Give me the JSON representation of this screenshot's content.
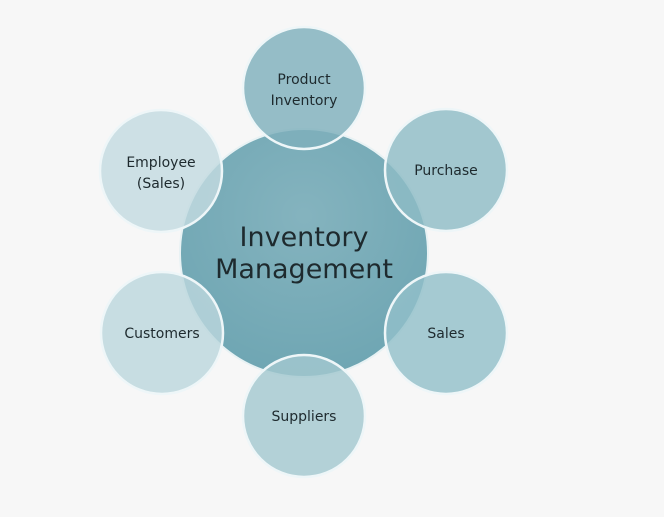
{
  "center": {
    "line1": "Inventory",
    "line2": "Management",
    "color": "#6fa6b3"
  },
  "nodes": [
    {
      "id": "product-inventory",
      "line1": "Product",
      "line2": "Inventory",
      "color": "#7fb0bc"
    },
    {
      "id": "purchase",
      "line1": "Purchase",
      "line2": "",
      "color": "#8fbcc6"
    },
    {
      "id": "sales",
      "line1": "Sales",
      "line2": "",
      "color": "#93bfc9"
    },
    {
      "id": "suppliers",
      "line1": "Suppliers",
      "line2": "",
      "color": "#a3c8d0"
    },
    {
      "id": "customers",
      "line1": "Customers",
      "line2": "",
      "color": "#bcd7dd"
    },
    {
      "id": "employee-sales",
      "line1": "Employee",
      "line2": "(Sales)",
      "color": "#c3dbe0"
    }
  ]
}
